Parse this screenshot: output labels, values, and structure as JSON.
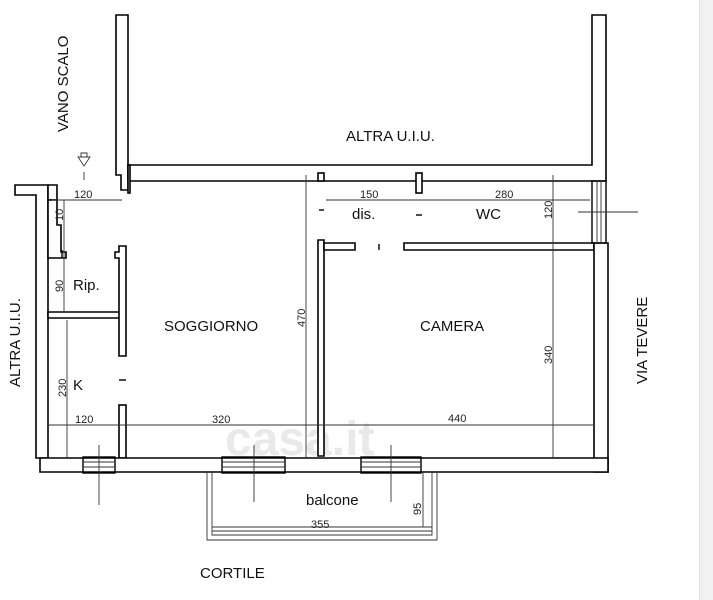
{
  "labels": {
    "vano_scalo": "VANO SCALO",
    "altra_top": "ALTRA U.I.U.",
    "altra_left": "ALTRA U.I.U.",
    "via": "VIA TEVERE",
    "cortile": "CORTILE",
    "soggiorno": "SOGGIORNO",
    "camera": "CAMERA",
    "dis": "dis.",
    "wc": "WC",
    "rip": "Rip.",
    "k": "K",
    "balcone": "balcone"
  },
  "dimensions": {
    "entry_w": "120",
    "entry_h": "10",
    "rip_h": "90",
    "k_h": "230",
    "k_w": "120",
    "soggiorno_w": "320",
    "soggiorno_h": "470",
    "dis_w": "150",
    "wc_w": "280",
    "wc_h": "120",
    "camera_h": "340",
    "camera_w": "440",
    "balcone_w": "355",
    "balcone_h": "95"
  },
  "watermark": "casa.it"
}
